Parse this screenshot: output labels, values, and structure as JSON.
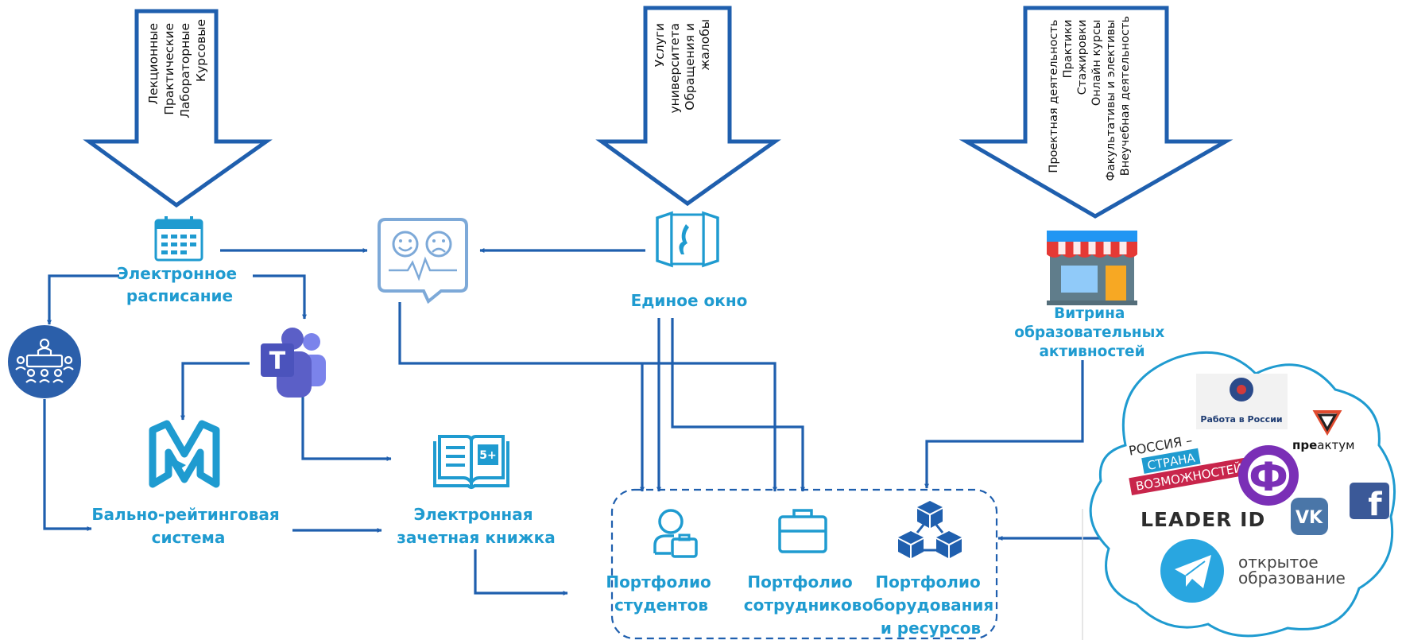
{
  "arrows": {
    "left": [
      "Лекционные",
      "Практические",
      "Лабораторные",
      "Курсовые"
    ],
    "middle": [
      "Услуги",
      "университета",
      "Обращения и",
      "жалобы"
    ],
    "right": [
      "Проектная деятельность",
      "Практики",
      "Стажировки",
      "Онлайн курсы",
      "Факультативы и элективы",
      "Внеучебная деятельность"
    ]
  },
  "nodes": {
    "schedule": [
      "Электронное",
      "расписание"
    ],
    "single_window": "Единое окно",
    "showcase": [
      "Витрина",
      "образовательных",
      "активностей"
    ],
    "rating": [
      "Бально-рейтинговая",
      "система"
    ],
    "gradebook": [
      "Электронная",
      "зачетная книжка"
    ],
    "portfolio_students": [
      "Портфолио",
      "студентов"
    ],
    "portfolio_staff": [
      "Портфолио",
      "сотрудников"
    ],
    "portfolio_equipment": [
      "Портфолио",
      "оборудования",
      "и ресурсов"
    ]
  },
  "partners": {
    "rabota": "Работа в России",
    "preaktum_a": "пре",
    "preaktum_b": "актум",
    "russia_1": "РОССИЯ –",
    "russia_2": "СТРАНА",
    "russia_3": "ВОЗМОЖНОСТЕЙ",
    "fond": "Ф",
    "vk": "VK",
    "facebook": "f",
    "leader_id": "LEADER ID",
    "open_edu_1": "открытое",
    "open_edu_2": "образование",
    "teams_letter": "T",
    "gradebook_mark": "5+"
  },
  "colors": {
    "line": "#1f5fae",
    "label": "#1f9bd0",
    "icon": "#1f9bd0",
    "teams": "#5b5fc7",
    "cloud_border": "#1f9bd0"
  }
}
